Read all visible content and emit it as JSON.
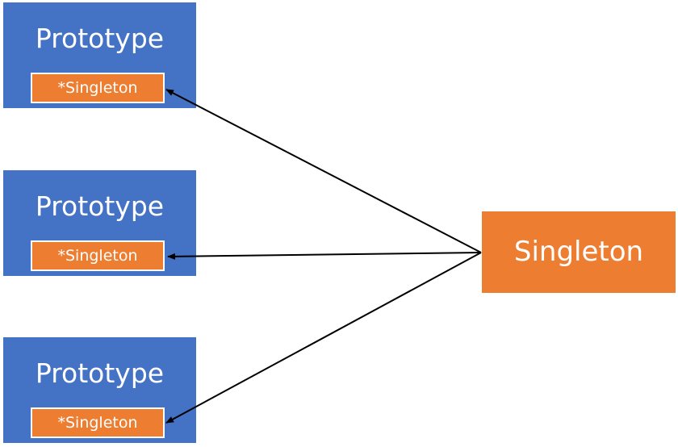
{
  "prototypes": [
    {
      "title": "Prototype",
      "ref_label": "*Singleton"
    },
    {
      "title": "Prototype",
      "ref_label": "*Singleton"
    },
    {
      "title": "Prototype",
      "ref_label": "*Singleton"
    }
  ],
  "singleton": {
    "label": "Singleton"
  },
  "colors": {
    "prototype_fill": "#4472c4",
    "singleton_fill": "#ed7d31",
    "text": "#ffffff",
    "arrow": "#000000"
  }
}
